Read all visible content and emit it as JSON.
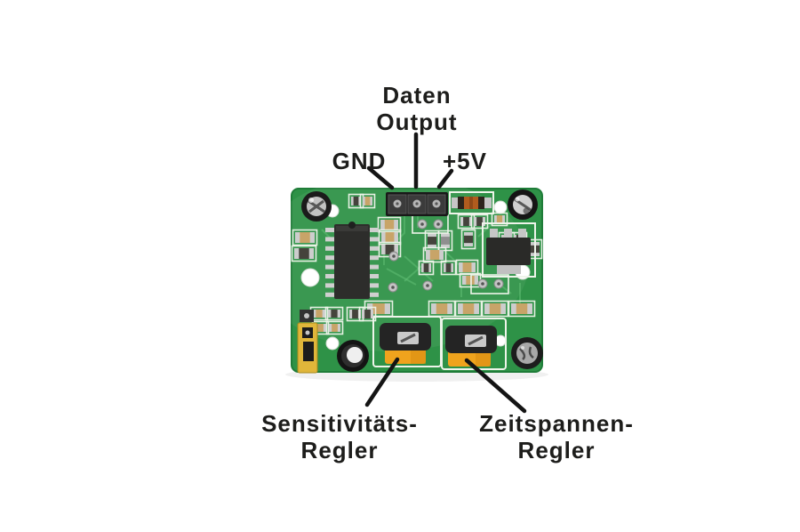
{
  "labels": {
    "data_output_line1": "Daten",
    "data_output_line2": "Output",
    "gnd": "GND",
    "plus_5v": "+5V",
    "sensitivity_line1": "Sensitivitäts-",
    "sensitivity_line2": "Regler",
    "timespan_line1": "Zeitspannen-",
    "timespan_line2": "Regler"
  },
  "colors": {
    "background": "#ffffff",
    "label_text": "#1d1d1b",
    "pointer_line": "#141414",
    "pcb_green": "#2e9247",
    "pcb_green_dark": "#1f7c38",
    "pcb_trace": "#63c178",
    "silkscreen": "#eef4ea",
    "component_black": "#232323",
    "component_dark": "#3a3a3a",
    "silver": "#c6c6c6",
    "smd_tan": "#c8a468",
    "pot_orange": "#efa31d",
    "jumper_yellow": "#e0b63a",
    "diode_orange": "#b05c1e",
    "hole_white": "#ffffff"
  },
  "components": [
    "pin-header",
    "gnd-pin",
    "data-output-pin",
    "power-pin",
    "sensitivity-potentiometer",
    "timespan-potentiometer",
    "ic-chip",
    "voltage-regulator",
    "protection-diode",
    "jumper-block",
    "electrolytic-capacitor-top-left",
    "electrolytic-capacitor-top-right",
    "electrolytic-capacitor-bottom-left",
    "electrolytic-capacitor-bottom-right",
    "mounting-holes",
    "smd-components"
  ]
}
